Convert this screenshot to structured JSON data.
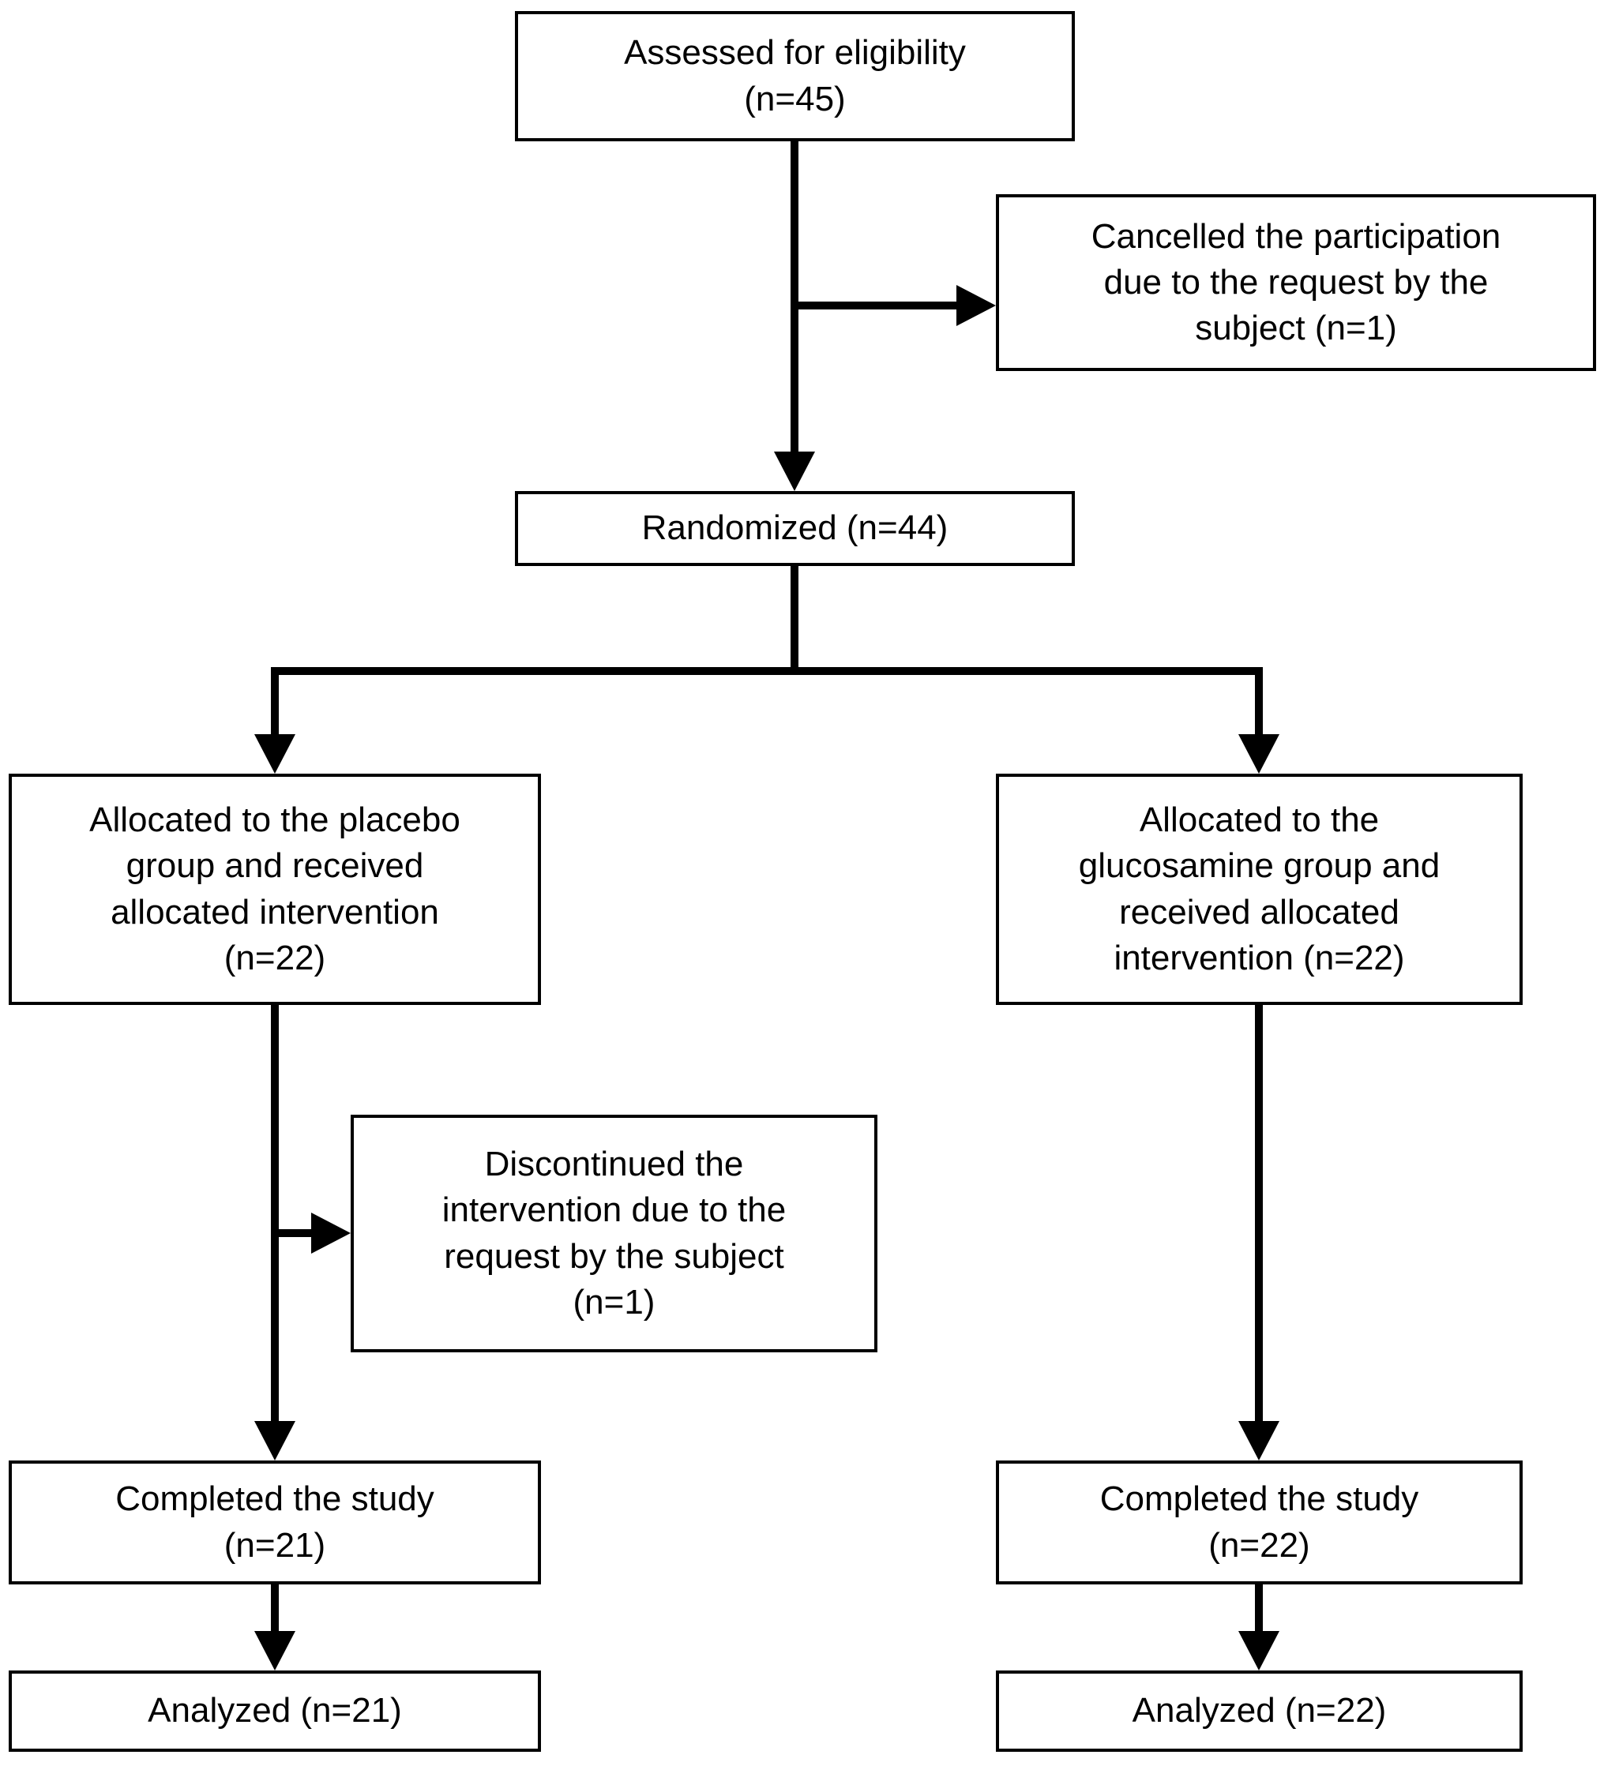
{
  "boxes": {
    "assessed": "Assessed for eligibility\n(n=45)",
    "cancelled": "Cancelled the participation\ndue to the request by the\nsubject (n=1)",
    "randomized": "Randomized (n=44)",
    "allocated_placebo": "Allocated to the placebo\ngroup and received\nallocated intervention\n(n=22)",
    "allocated_glucosamine": "Allocated to the\nglucosamine group and\nreceived allocated\nintervention (n=22)",
    "discontinued": "Discontinued the\nintervention due to the\nrequest by the subject\n(n=1)",
    "completed_placebo": "Completed the study\n(n=21)",
    "completed_glucosamine": "Completed the study\n(n=22)",
    "analyzed_placebo": "Analyzed (n=21)",
    "analyzed_glucosamine": "Analyzed (n=22)"
  },
  "colors": {
    "background": "#ffffff",
    "fill": "#ffffff",
    "border": "#000000",
    "line": "#000000",
    "text": "#000000"
  }
}
